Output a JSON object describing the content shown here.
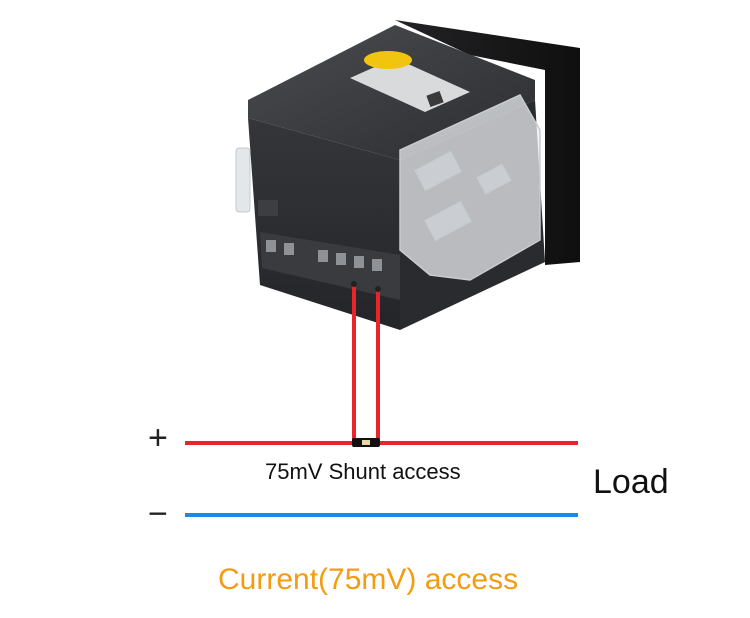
{
  "diagram": {
    "plus_symbol": "+",
    "minus_symbol": "−",
    "shunt_label": "75mV Shunt access",
    "load_label": "Load",
    "access_label": "Current(75mV) access",
    "device_label_text": "",
    "colors": {
      "positive_wire": "#e8262a",
      "negative_wire": "#1e88e5",
      "signal_wire": "#e8262a",
      "access_label": "#f39c12",
      "device_body": "#2f3033",
      "device_front_panel": "#1c1c1e",
      "clip": "#e9ecef"
    }
  }
}
